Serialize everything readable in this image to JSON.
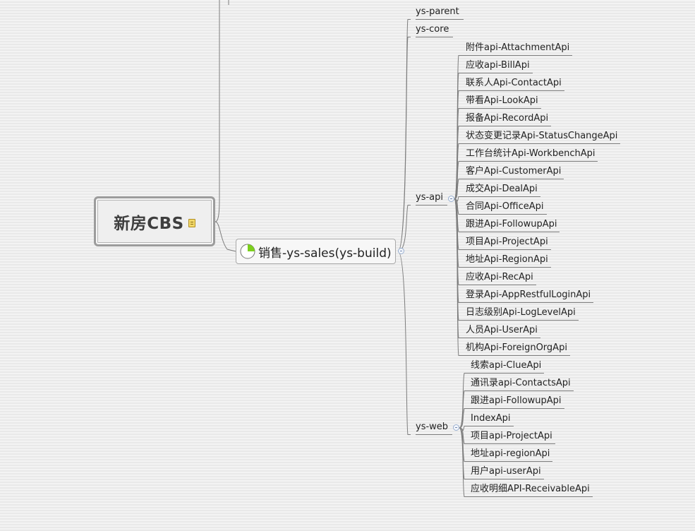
{
  "map": {
    "root": {
      "title": "新房CBS",
      "icon": "note-icon"
    },
    "main": {
      "title": "销售-ys-sales(ys-build)",
      "icon": "pie-progress-icon",
      "progress": 0.25,
      "progress_color": "#7ccf1e"
    },
    "modules": {
      "parent": {
        "label": "ys-parent"
      },
      "core": {
        "label": "ys-core"
      },
      "api": {
        "label": "ys-api",
        "children": [
          "附件api-AttachmentApi",
          "应收api-BillApi",
          "联系人Api-ContactApi",
          "带看Api-LookApi",
          "报备Api-RecordApi",
          "状态变更记录Api-StatusChangeApi",
          "工作台统计Api-WorkbenchApi",
          "客户Api-CustomerApi",
          "成交Api-DealApi",
          "合同Api-OfficeApi",
          "跟进Api-FollowupApi",
          "项目Api-ProjectApi",
          "地址Api-RegionApi",
          "应收Api-RecApi",
          "登录Api-AppRestfulLoginApi",
          "日志级别Api-LogLevelApi",
          "人员Api-UserApi",
          "机构Api-ForeignOrgApi"
        ]
      },
      "web": {
        "label": "ys-web",
        "children": [
          "线索api-ClueApi",
          "通讯录api-ContactsApi",
          "跟进api-FollowupApi",
          "IndexApi",
          "项目api-ProjectApi",
          "地址api-regionApi",
          "用户api-userApi",
          "应收明细API-ReceivableApi"
        ]
      }
    }
  },
  "colors": {
    "connector": "#7d7d7d",
    "root_border": "#9c9c9c",
    "collapse_border": "#9ab0d0"
  }
}
